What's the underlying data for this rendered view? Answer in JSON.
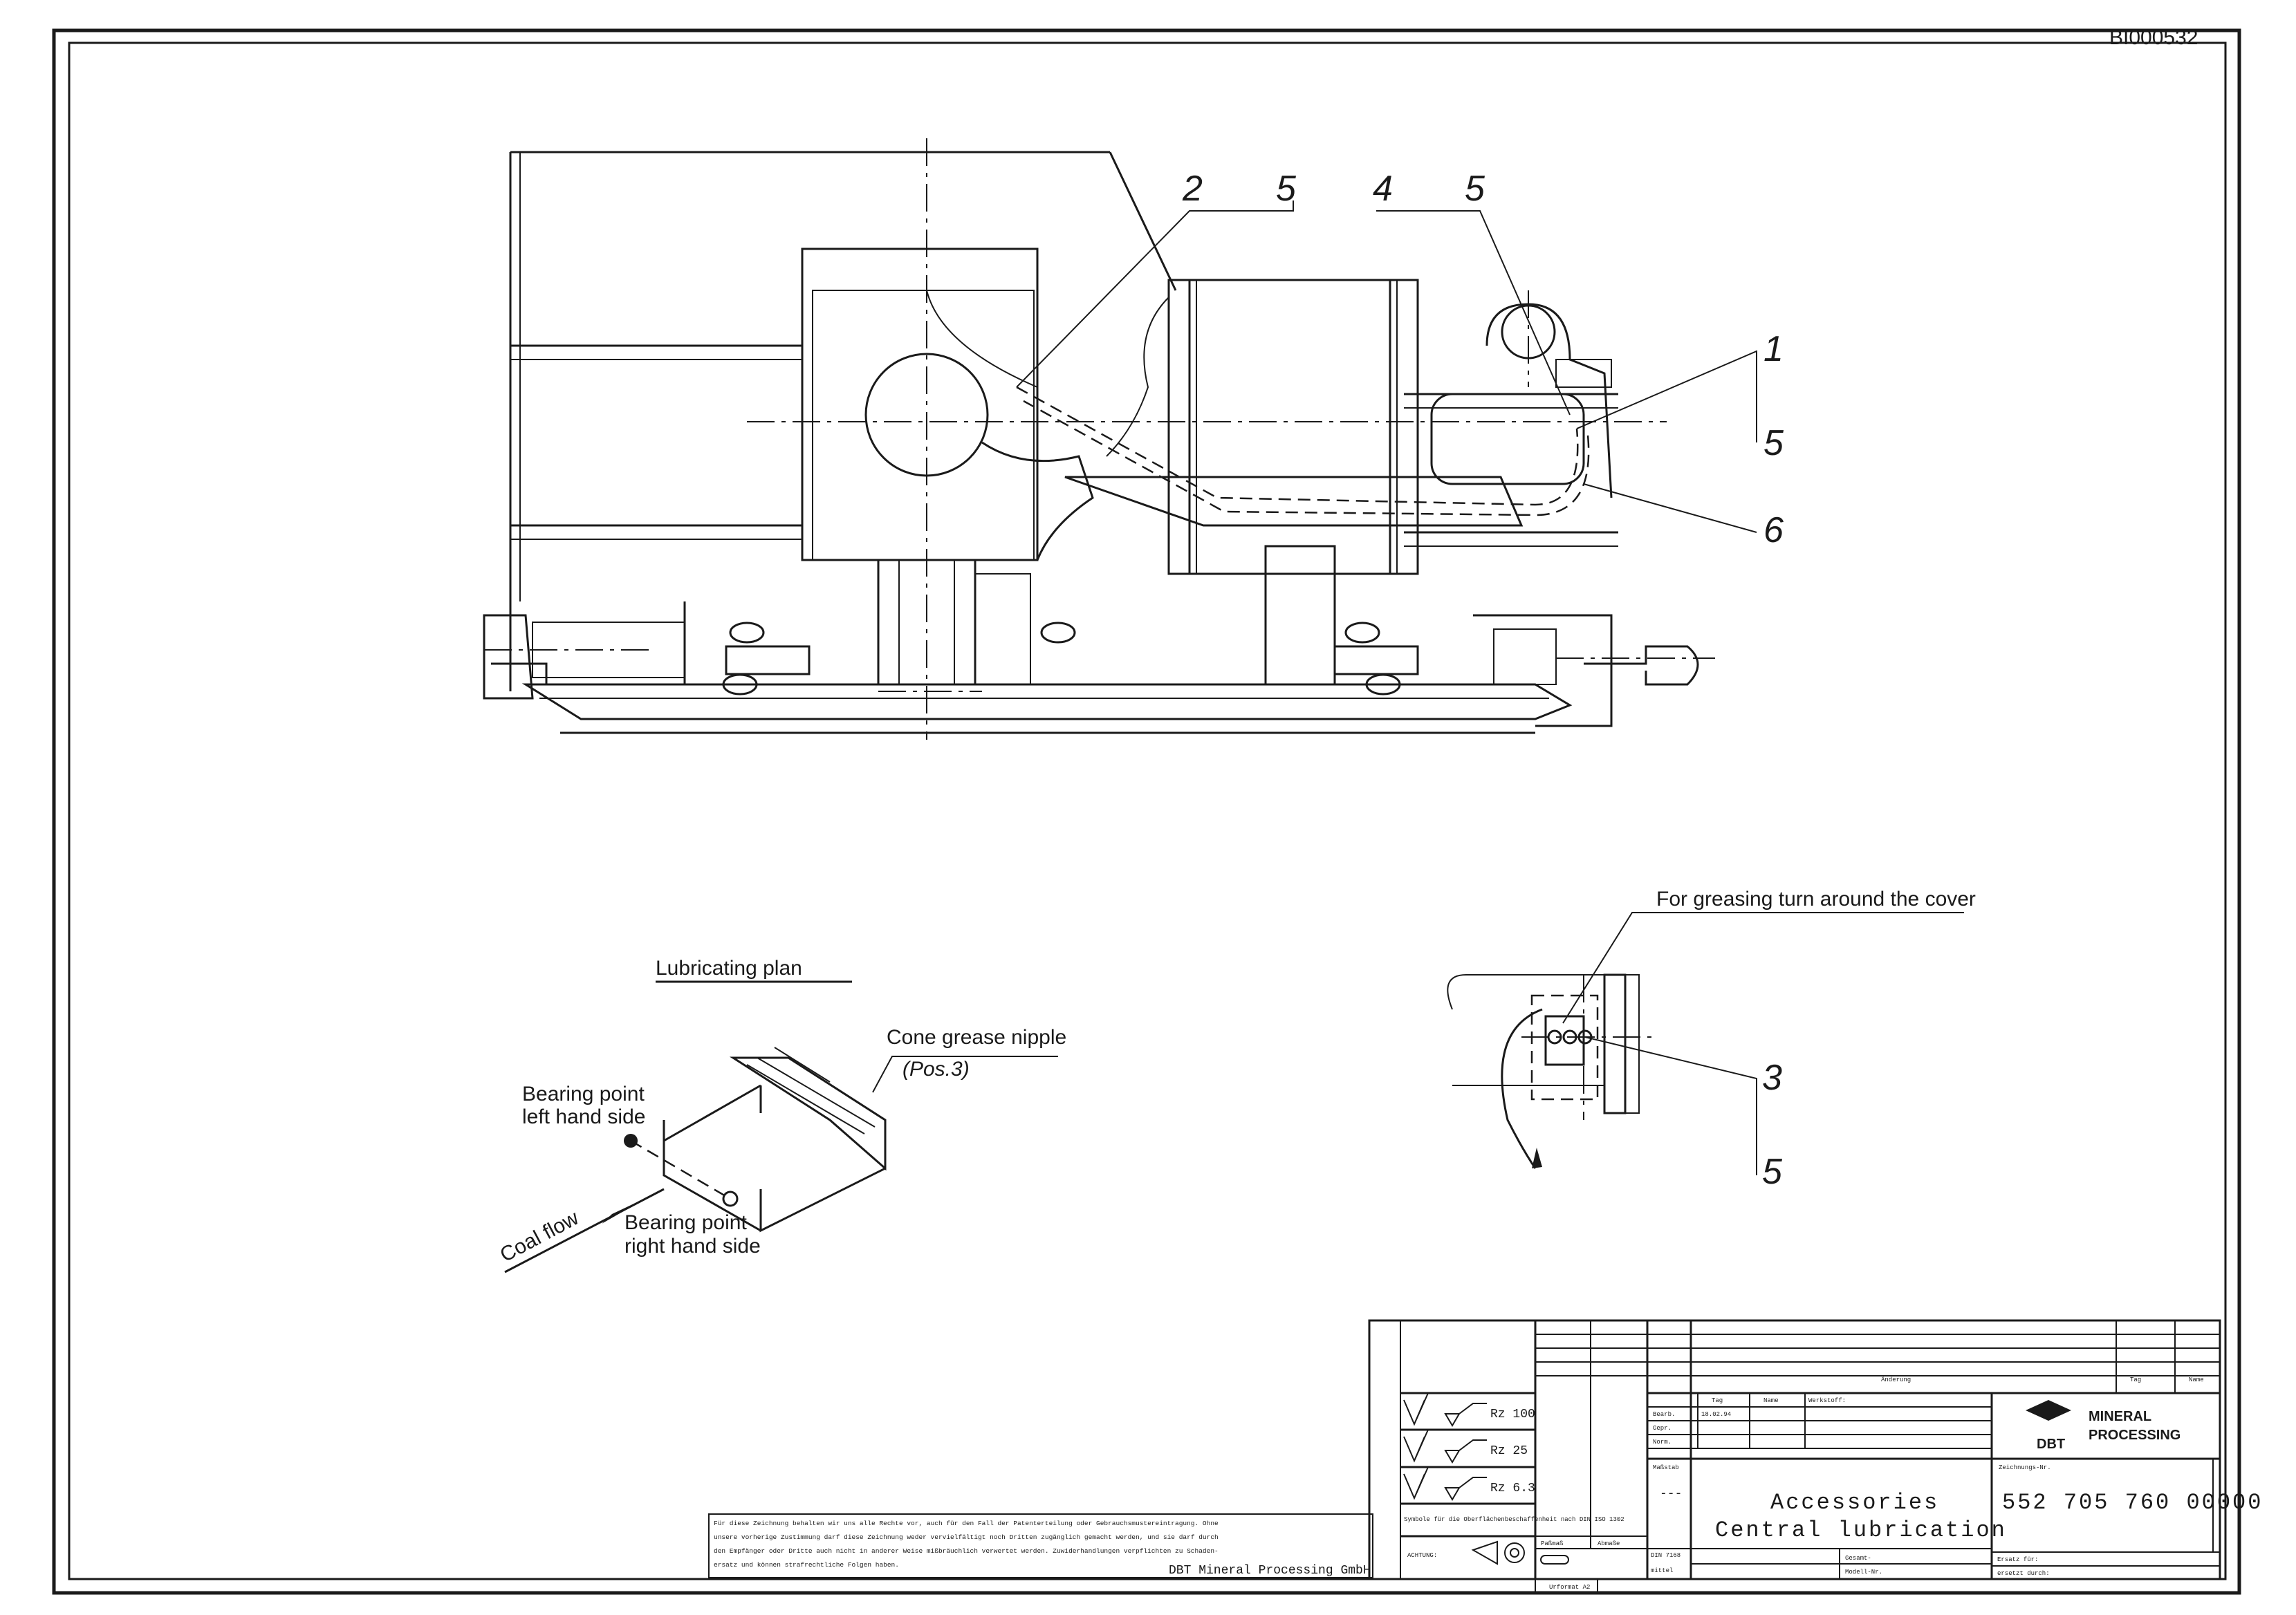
{
  "drawing_id": "BI000532",
  "callouts": {
    "c2": "2",
    "c5a": "5",
    "c4": "4",
    "c5b": "5",
    "c1": "1",
    "c5c": "5",
    "c6": "6",
    "c3": "3",
    "c5d": "5"
  },
  "greasing_note": "For greasing turn around the cover",
  "lubricating_plan": {
    "title": "Lubricating plan",
    "cone_nipple": "Cone grease nipple",
    "pos": "(Pos.3)",
    "bearing_left_1": "Bearing point",
    "bearing_left_2": "left hand side",
    "bearing_right_1": "Bearing point",
    "bearing_right_2": "right hand side",
    "coal_flow": "Coal flow"
  },
  "title_block": {
    "change_header": "Änderung",
    "day_header": "Tag",
    "name_header": "Name",
    "material_label": "Werkstoff:",
    "row_day": "Tag",
    "row_name": "Name",
    "row_bearb": "Bearb.",
    "date": "18.02.94",
    "row_gepr": "Gepr.",
    "row_norm": "Norm.",
    "massstab": "Maßstab",
    "scale_value": "---",
    "rz1": "Rz 100",
    "rz2": "Rz 25",
    "rz3": "Rz 6.3",
    "symbols_note": "Symbole für die Oberflächenbeschaffenheit nach DIN ISO 1302",
    "achtung": "ACHTUNG:",
    "passmass": "Paßmaß",
    "abmasse": "Abmaße",
    "din": "DIN 7168",
    "mittel": "mittel",
    "title_line1": "Accessories",
    "title_line2": "Central lubrication",
    "drawing_no_label": "Zeichnungs-Nr.",
    "drawing_no": "552 705 760 00000",
    "company_1": "MINERAL",
    "company_2": "PROCESSING",
    "logo": "DBT",
    "ersatz": "Ersatz für:",
    "ersetzt": "ersetzt durch:",
    "gesamt": "Gesamt-",
    "modell": "Modell-Nr.",
    "format": "Urformat A2",
    "company_full": "DBT Mineral Processing GmbH",
    "legal_1": "Für diese Zeichnung behalten wir uns alle Rechte vor, auch für den Fall der Patenterteilung oder Gebrauchsmustereintragung. Ohne",
    "legal_2": "unsere vorherige Zustimmung darf diese Zeichnung weder vervielfältigt noch Dritten zugänglich gemacht werden, und sie darf durch",
    "legal_3": "den Empfänger oder Dritte auch nicht in anderer Weise mißbräuchlich verwertet werden. Zuwiderhandlungen verpflichten zu Schaden-",
    "legal_4": "ersatz und können strafrechtliche Folgen haben."
  }
}
